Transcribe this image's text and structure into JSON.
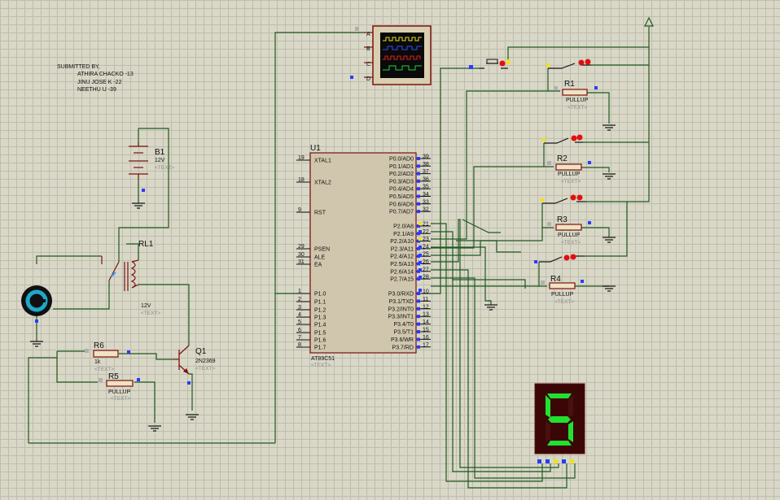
{
  "credits": {
    "heading": "SUBMITTED BY,",
    "lines": [
      "ATHIRA CHACKO -13",
      "JINU JOSE K -22",
      "NEETHU U -39"
    ]
  },
  "placeholder_text": "<TEXT>",
  "battery": {
    "ref": "B1",
    "value": "12V"
  },
  "relay": {
    "ref": "RL1",
    "value": "12V"
  },
  "transistor": {
    "ref": "Q1",
    "value": "2N2369"
  },
  "resistors": {
    "r6": {
      "ref": "R6",
      "value": "1k"
    },
    "r5": {
      "ref": "R5",
      "value": "PULLUP"
    },
    "r1": {
      "ref": "R1",
      "value": "PULLUP"
    },
    "r2": {
      "ref": "R2",
      "value": "PULLUP"
    },
    "r3": {
      "ref": "R3",
      "value": "PULLUP"
    },
    "r4": {
      "ref": "R4",
      "value": "PULLUP"
    }
  },
  "oscilloscope": {
    "channels": [
      "A",
      "B",
      "C",
      "D"
    ]
  },
  "mcu": {
    "ref": "U1",
    "part": "AT89C51",
    "left_pins": [
      {
        "num": "19",
        "name": "XTAL1"
      },
      {
        "num": "18",
        "name": "XTAL2"
      },
      {
        "num": "9",
        "name": "RST"
      },
      {
        "num": "29",
        "name": "PSEN"
      },
      {
        "num": "30",
        "name": "ALE"
      },
      {
        "num": "31",
        "name": "EA"
      },
      {
        "num": "1",
        "name": "P1.0"
      },
      {
        "num": "2",
        "name": "P1.1"
      },
      {
        "num": "3",
        "name": "P1.2"
      },
      {
        "num": "4",
        "name": "P1.3"
      },
      {
        "num": "5",
        "name": "P1.4"
      },
      {
        "num": "6",
        "name": "P1.5"
      },
      {
        "num": "7",
        "name": "P1.6"
      },
      {
        "num": "8",
        "name": "P1.7"
      }
    ],
    "right_pins": [
      {
        "num": "39",
        "name": "P0.0/AD0"
      },
      {
        "num": "38",
        "name": "P0.1/AD1"
      },
      {
        "num": "37",
        "name": "P0.2/AD2"
      },
      {
        "num": "36",
        "name": "P0.3/AD3"
      },
      {
        "num": "35",
        "name": "P0.4/AD4"
      },
      {
        "num": "34",
        "name": "P0.5/AD5"
      },
      {
        "num": "33",
        "name": "P0.6/AD6"
      },
      {
        "num": "32",
        "name": "P0.7/AD7"
      },
      {
        "num": "21",
        "name": "P2.0/A8"
      },
      {
        "num": "22",
        "name": "P2.1/A9"
      },
      {
        "num": "23",
        "name": "P2.2/A10"
      },
      {
        "num": "24",
        "name": "P2.3/A11"
      },
      {
        "num": "25",
        "name": "P2.4/A12"
      },
      {
        "num": "26",
        "name": "P2.5/A13"
      },
      {
        "num": "27",
        "name": "P2.6/A14"
      },
      {
        "num": "28",
        "name": "P2.7/A15"
      },
      {
        "num": "10",
        "name": "P3.0/RXD"
      },
      {
        "num": "11",
        "name": "P3.1/TXD"
      },
      {
        "num": "12",
        "name": "P3.2/INT0"
      },
      {
        "num": "13",
        "name": "P3.3/INT1"
      },
      {
        "num": "14",
        "name": "P3.4/T0"
      },
      {
        "num": "15",
        "name": "P3.5/T1"
      },
      {
        "num": "16",
        "name": "P3.6/WR"
      },
      {
        "num": "17",
        "name": "P3.7/RD"
      }
    ]
  },
  "display": {
    "digit": "5",
    "segment_color": "#22e030",
    "background": "#3a0606"
  },
  "colors": {
    "wire": "#1f5a1f",
    "component": "#7a1010",
    "pin_blue": "#2a3cff",
    "logic_red": "#e01010",
    "logic_yellow": "#f0e020"
  }
}
